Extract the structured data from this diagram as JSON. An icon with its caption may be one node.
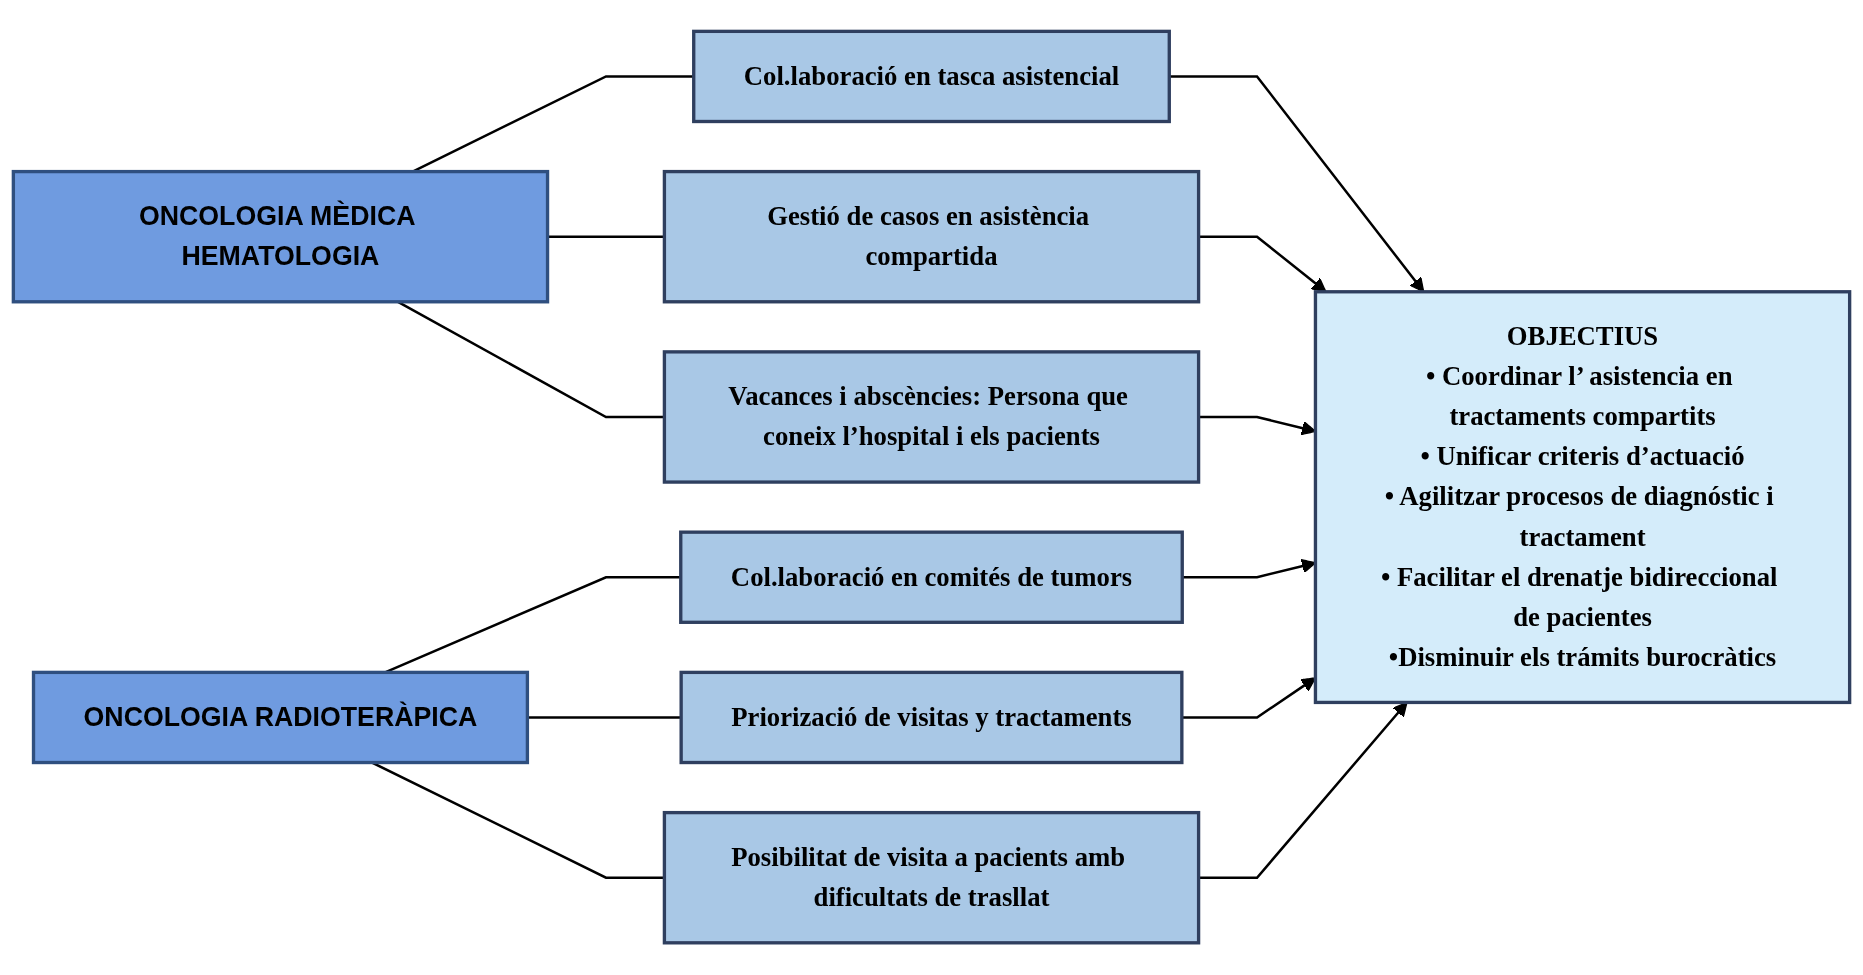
{
  "diagram": {
    "nodes": [
      {
        "text": [
          "ONCOLOGIA MÈDICA HEMATOLOGIA"
        ]
      },
      {
        "text": [
          "Col.laboració en tasca asistencial"
        ]
      },
      {
        "text": [
          "Gestió de casos en asistència compartida"
        ]
      },
      {
        "text": [
          "Vacances i abscències: Persona que coneix l’hospital i els pacients"
        ]
      },
      {
        "text": [
          "OBJECTIUS",
          "• Coordinar l’ asistencia en tractaments compartits",
          "• Unificar criteris d’actuació",
          "• Agilitzar procesos de diagnóstic i tractament",
          "• Facilitar el drenatje bidireccional de pacientes",
          "•Disminuir els trámits burocràtics"
        ]
      },
      {
        "text": [
          "Col.laboració en comités de tumors"
        ]
      },
      {
        "text": [
          "Priorizació de visitas y tractaments"
        ]
      },
      {
        "text": [
          "Posibilitat de visita a pacients amb dificultats de trasllat"
        ]
      },
      {
        "text": [
          "ONCOLOGIA RADIOTERÀPICA"
        ]
      }
    ],
    "edges": [
      {
        "from": 0,
        "to": 1,
        "arrow": "none"
      },
      {
        "from": 0,
        "to": 2,
        "arrow": "none"
      },
      {
        "from": 0,
        "to": 3,
        "arrow": "none"
      },
      {
        "from": 1,
        "to": 4,
        "arrow": "to"
      },
      {
        "from": 2,
        "to": 4,
        "arrow": "to"
      },
      {
        "from": 3,
        "to": 4,
        "arrow": "to"
      },
      {
        "from": 5,
        "to": 4,
        "arrow": "to"
      },
      {
        "from": 6,
        "to": 4,
        "arrow": "to"
      },
      {
        "from": 7,
        "to": 4,
        "arrow": "to"
      },
      {
        "from": 8,
        "to": 5,
        "arrow": "none"
      },
      {
        "from": 8,
        "to": 6,
        "arrow": "none"
      },
      {
        "from": 8,
        "to": 7,
        "arrow": "none"
      }
    ]
  }
}
